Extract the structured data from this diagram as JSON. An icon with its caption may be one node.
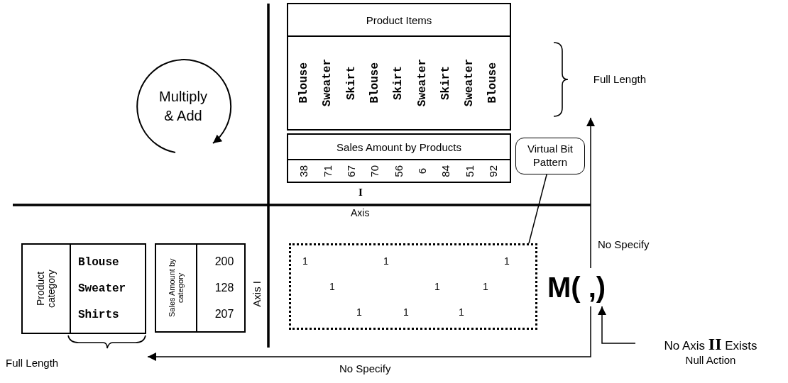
{
  "diagram": {
    "nodes": [
      {
        "text": [
          "Product Items",
          "Blouse",
          "Sweater",
          "Skirt",
          "Blouse",
          "Skirt",
          "Sweater",
          "Skirt",
          "Sweater",
          "Blouse"
        ]
      },
      {
        "text": [
          "Full Length"
        ]
      },
      {
        "text": [
          "Multiply & Add"
        ]
      },
      {
        "text": [
          "Sales Amount by Products",
          "38",
          "71",
          "67",
          "70",
          "56",
          "6",
          "84",
          "51",
          "92"
        ]
      },
      {
        "text": [
          "Virtual Bit Pattern"
        ]
      },
      {
        "text": [
          "Product category",
          "Blouse",
          "Sweater",
          "Shirts"
        ]
      },
      {
        "text": [
          "Sales Amount by category",
          "200",
          "128",
          "207"
        ]
      },
      {
        "text": [
          "1",
          "1",
          "1",
          "1",
          "1",
          "1",
          "1",
          "1",
          "1"
        ]
      },
      {
        "text": [
          "M( ,)"
        ]
      },
      {
        "text": [
          "No Axis **II** Exists",
          "Null Action"
        ]
      },
      {
        "text": [
          "Full Length"
        ]
      }
    ],
    "edges": [
      {
        "from": 4,
        "to": 7,
        "arrow": "none"
      },
      {
        "from": 8,
        "to": 1,
        "arrow": "to",
        "label": "No Specify"
      },
      {
        "from": 8,
        "to": 10,
        "arrow": "to",
        "label": "No Specify"
      },
      {
        "from": 9,
        "to": 8,
        "arrow": "to"
      }
    ],
    "labels": [
      "I",
      "Axis",
      "Axis I"
    ]
  }
}
